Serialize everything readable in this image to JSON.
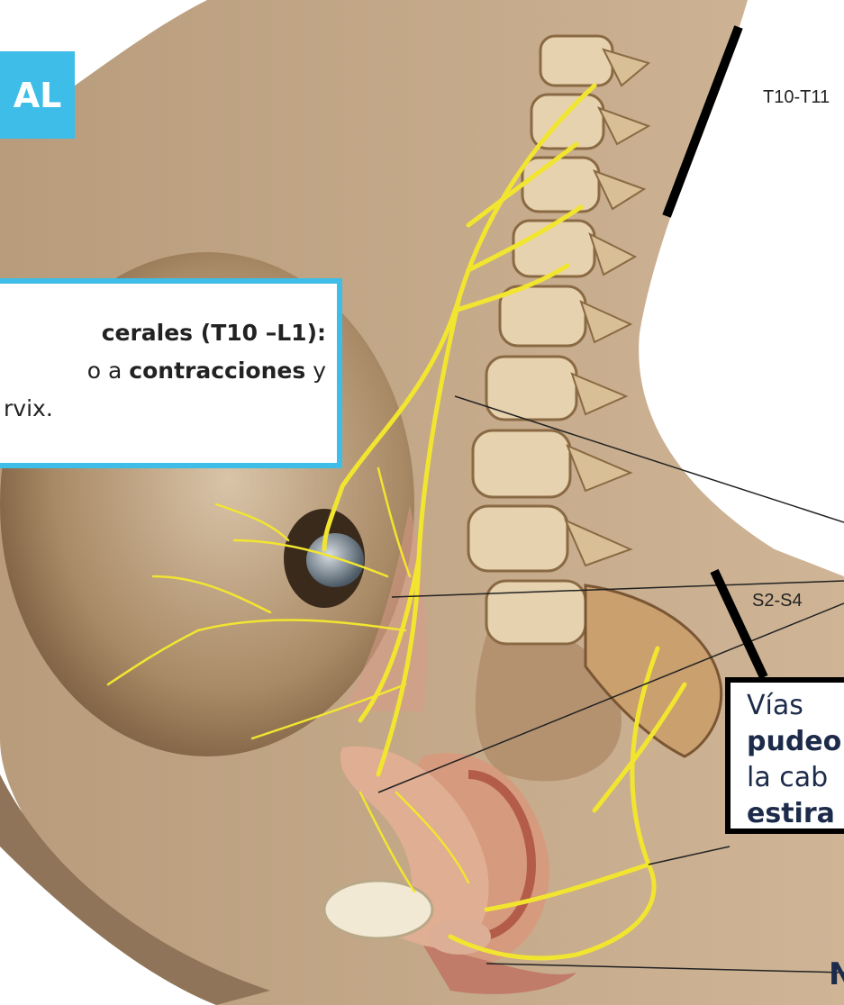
{
  "title_tag": "AL",
  "segments": {
    "upper": "T10-T11",
    "lower": "S2-S4"
  },
  "visceral_box": {
    "line1": "cerales (T10 –L1):",
    "line2_pre": "o a ",
    "line2_bold": "contracciones",
    "line2_post": " y",
    "line3": "rvix."
  },
  "somatic_box": {
    "line1": "Vías",
    "line2_bold": "pudeo",
    "line3": "la cab",
    "line4_bold": "estira"
  },
  "edge_label": "N",
  "colors": {
    "accent_blue": "#3dbde8",
    "nerve_yellow": "#f2e530",
    "skin": "#c4a888",
    "bone": "#e6d2ae"
  }
}
